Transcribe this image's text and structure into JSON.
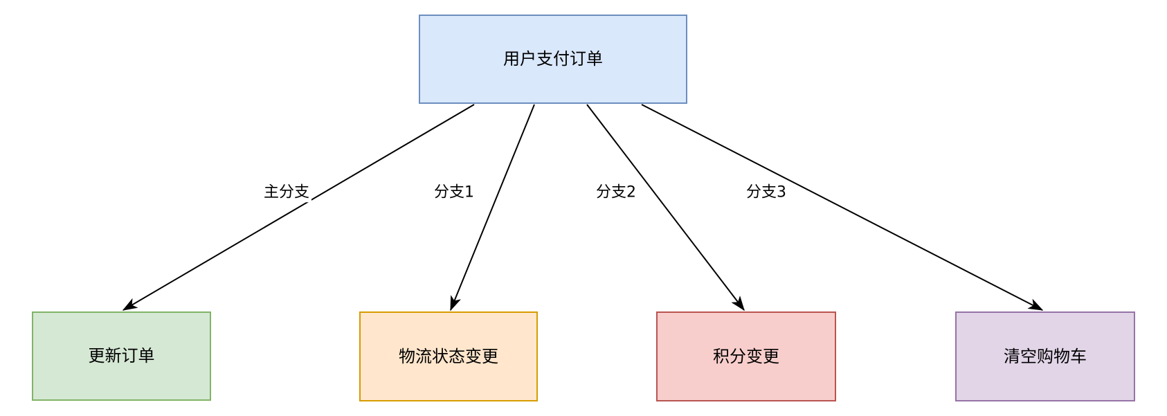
{
  "diagram": {
    "title": "order-payment-fanout-flowchart",
    "edge_color": "#000000",
    "root": {
      "label": "用户支付订单",
      "colors": {
        "fill": "#dae8fc",
        "stroke": "#6c8ebf"
      }
    },
    "nodes": [
      {
        "label": "更新订单",
        "colors": {
          "fill": "#d5e8d4",
          "stroke": "#82b366"
        }
      },
      {
        "label": "物流状态变更",
        "colors": {
          "fill": "#ffe6cc",
          "stroke": "#d79b00"
        }
      },
      {
        "label": "积分变更",
        "colors": {
          "fill": "#f8cecc",
          "stroke": "#b85450"
        }
      },
      {
        "label": "清空购物车",
        "colors": {
          "fill": "#e1d5e7",
          "stroke": "#9673a6"
        }
      }
    ],
    "edges": [
      {
        "label": "主分支"
      },
      {
        "label": "分支1"
      },
      {
        "label": "分支2"
      },
      {
        "label": "分支3"
      }
    ]
  }
}
